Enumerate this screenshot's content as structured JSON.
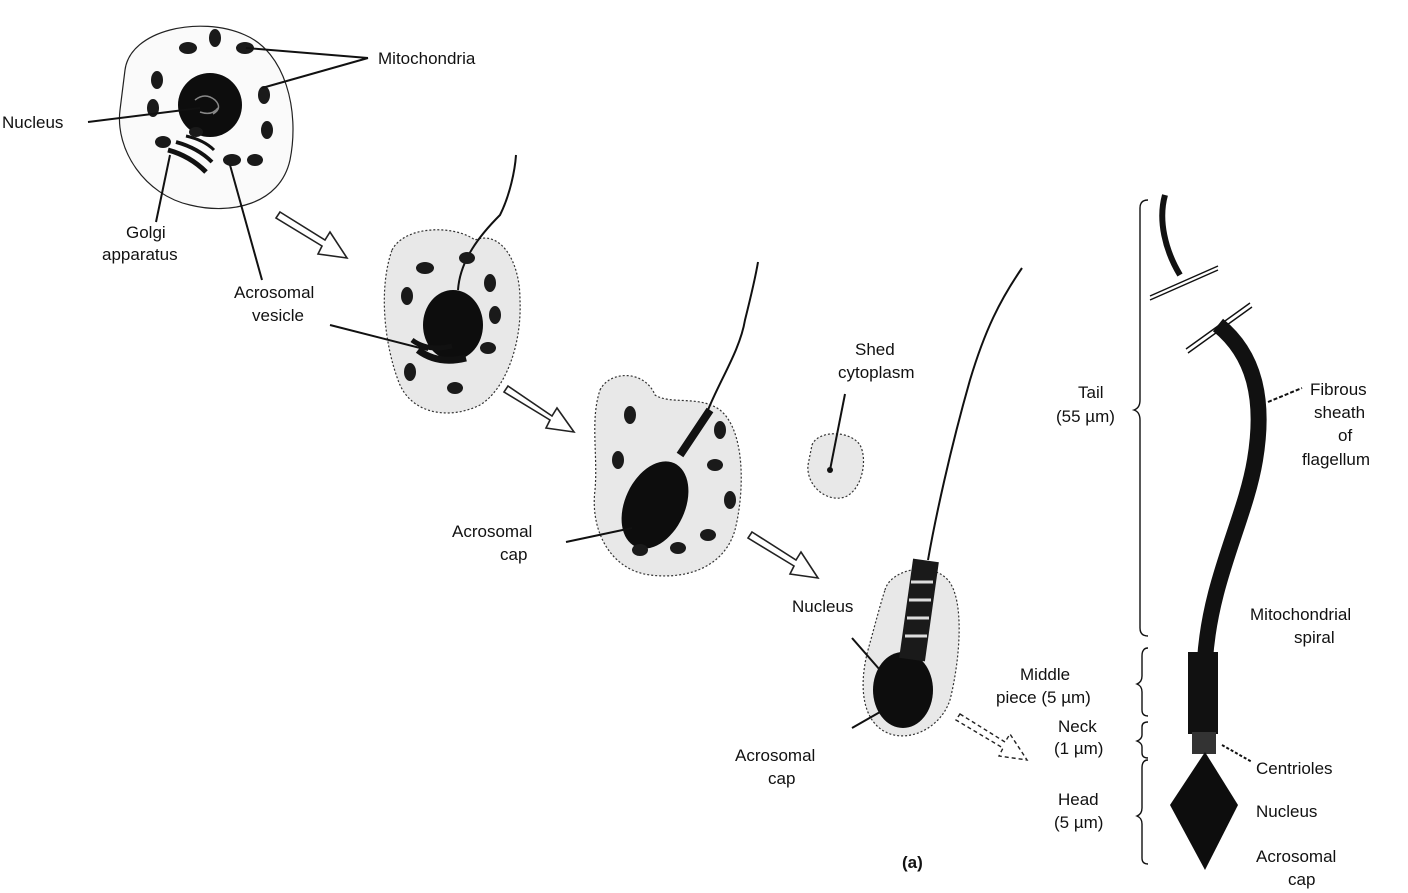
{
  "labels": {
    "mitochondria": "Mitochondria",
    "nucleus_top": "Nucleus",
    "golgi_1": "Golgi",
    "golgi_2": "apparatus",
    "acro_vesicle_1": "Acrosomal",
    "acro_vesicle_2": "vesicle",
    "shed_1": "Shed",
    "shed_2": "cytoplasm",
    "acro_cap_mid_1": "Acrosomal",
    "acro_cap_mid_2": "cap",
    "nucleus_mid": "Nucleus",
    "acro_cap_low_1": "Acrosomal",
    "acro_cap_low_2": "cap",
    "tail_1": "Tail",
    "tail_2": "(55 µm)",
    "middle_1": "Middle",
    "middle_2": "piece (5 µm)",
    "neck_1": "Neck",
    "neck_2": "(1 µm)",
    "head_1": "Head",
    "head_2": "(5 µm)",
    "fibrous_1": "Fibrous",
    "fibrous_2": "sheath",
    "fibrous_3": "of",
    "fibrous_4": "flagellum",
    "mito_spiral_1": "Mitochondrial",
    "mito_spiral_2": "spiral",
    "centrioles": "Centrioles",
    "nucleus_right": "Nucleus",
    "acro_cap_right_1": "Acrosomal",
    "acro_cap_right_2": "cap",
    "panel": "(a)"
  },
  "icons": [
    "right-arrow-icon",
    "right-arrow-icon",
    "right-arrow-icon",
    "right-arrow-icon"
  ]
}
